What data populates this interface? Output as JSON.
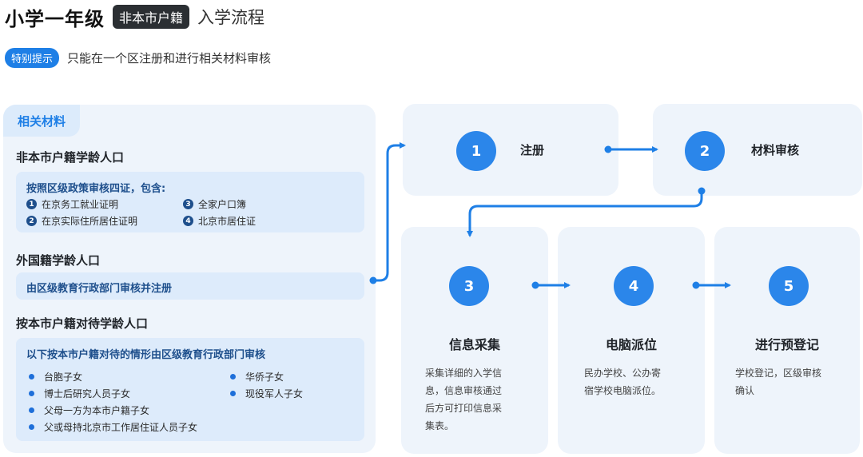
{
  "header": {
    "title": "小学一年级",
    "badge": "非本市户籍",
    "suffix": "入学流程"
  },
  "notice": {
    "badge": "特别提示",
    "text": "只能在一个区注册和进行相关材料审核"
  },
  "materials": {
    "tab": "相关材料",
    "sections": [
      {
        "heading": "非本市户籍学龄人口",
        "box_title": "按照区级政策审核四证，包含:",
        "items": [
          {
            "num": "1",
            "text": "在京务工就业证明"
          },
          {
            "num": "2",
            "text": "在京实际住所居住证明"
          },
          {
            "num": "3",
            "text": "全家户口簿"
          },
          {
            "num": "4",
            "text": "北京市居住证"
          }
        ]
      },
      {
        "heading": "外国籍学龄人口",
        "box_title": "由区级教育行政部门审核并注册"
      },
      {
        "heading": "按本市户籍对待学龄人口",
        "box_title": "以下按本市户籍对待的情形由区级教育行政部门审核",
        "items": [
          {
            "text": "台胞子女"
          },
          {
            "text": "博士后研究人员子女"
          },
          {
            "text": "父母一方为本市户籍子女"
          },
          {
            "text": "父或母持北京市工作居住证人员子女"
          },
          {
            "text": "华侨子女"
          },
          {
            "text": "现役军人子女"
          }
        ]
      }
    ]
  },
  "steps": [
    {
      "num": "1",
      "label": "注册"
    },
    {
      "num": "2",
      "label": "材料审核"
    },
    {
      "num": "3",
      "label": "信息采集",
      "desc": [
        "采集详细的入学信",
        "息，信息审核通过",
        "后方可打印信息采",
        "集表。"
      ]
    },
    {
      "num": "4",
      "label": "电脑派位",
      "desc": [
        "民办学校、公办寄",
        "宿学校电脑派位。"
      ]
    },
    {
      "num": "5",
      "label": "进行预登记",
      "desc": [
        "学校登记，区级审核",
        "确认"
      ]
    }
  ],
  "colors": {
    "accent": "#1e7fe6",
    "panel": "#eef4fb",
    "subbox": "#ddebfb"
  }
}
